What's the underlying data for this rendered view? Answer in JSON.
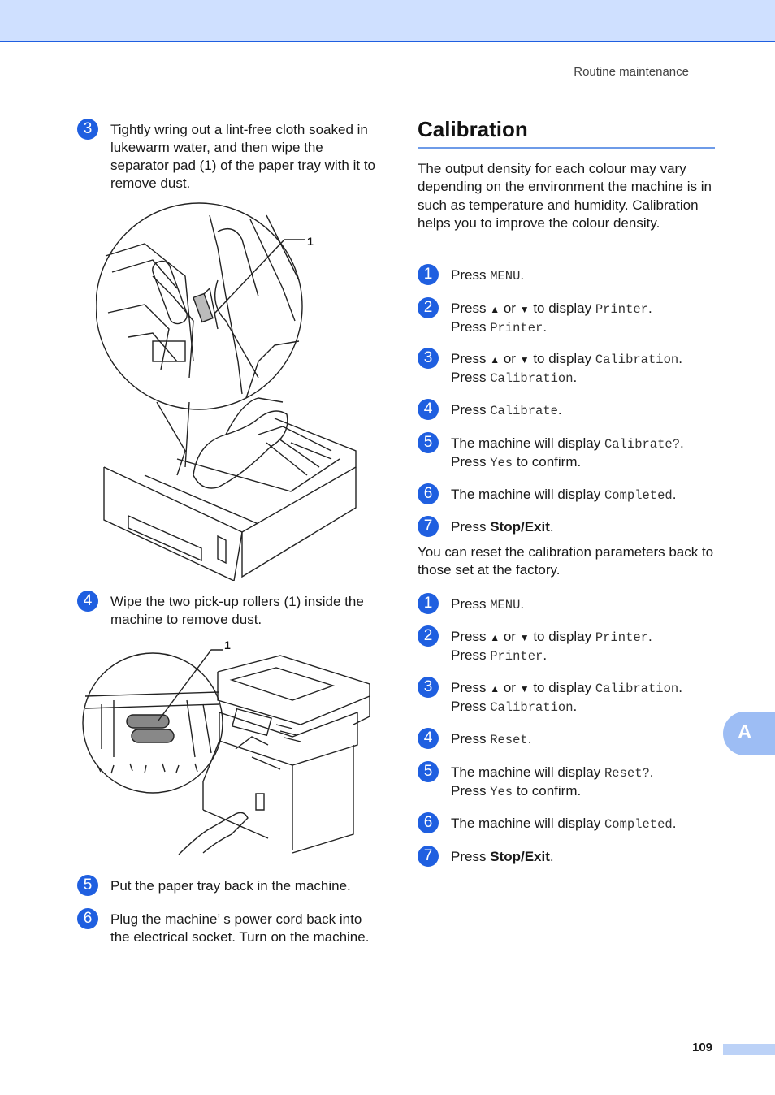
{
  "header": {
    "running_head": "Routine maintenance"
  },
  "left": {
    "steps": [
      {
        "num": "3",
        "text": "Tightly wring out a lint-free cloth soaked in lukewarm water, and then wipe the separator pad (1) of the paper tray with it to remove dust."
      },
      {
        "num": "4",
        "text": "Wipe the two pick-up rollers (1) inside the machine to remove dust."
      },
      {
        "num": "5",
        "text": "Put the paper tray back in the machine."
      },
      {
        "num": "6",
        "text": "Plug the machine’ s power cord back into the electrical socket. Turn on the machine."
      }
    ],
    "figure1_callout": "1",
    "figure2_callout": "1"
  },
  "right": {
    "title": "Calibration",
    "intro": "The output density for each colour may vary depending on the environment the machine is in such as temperature and humidity. Calibration helps you to improve the colour density.",
    "middle_para": "You can reset the calibration parameters back to those set at the factory.",
    "words": {
      "press": "Press",
      "or": "or",
      "to_display": "to display",
      "machine_display": "The machine will display",
      "to_confirm": "to confirm.",
      "up_arrow": "▲",
      "down_arrow": "▼",
      "period": "."
    },
    "mono": {
      "menu": "MENU",
      "printer": "Printer",
      "calibration": "Calibration",
      "calibrate": "Calibrate",
      "calibrate_q": "Calibrate?",
      "yes": "Yes",
      "completed": "Completed",
      "reset": "Reset",
      "reset_q": "Reset?"
    },
    "stop_exit": "Stop/Exit",
    "nums": [
      "1",
      "2",
      "3",
      "4",
      "5",
      "6",
      "7"
    ]
  },
  "side_tab": "A",
  "footer": {
    "page_number": "109"
  },
  "colors": {
    "accent": "#1f5fe0",
    "band": "#cfe0ff",
    "tab": "#9dbdf4",
    "rule": "#6e9be8"
  }
}
